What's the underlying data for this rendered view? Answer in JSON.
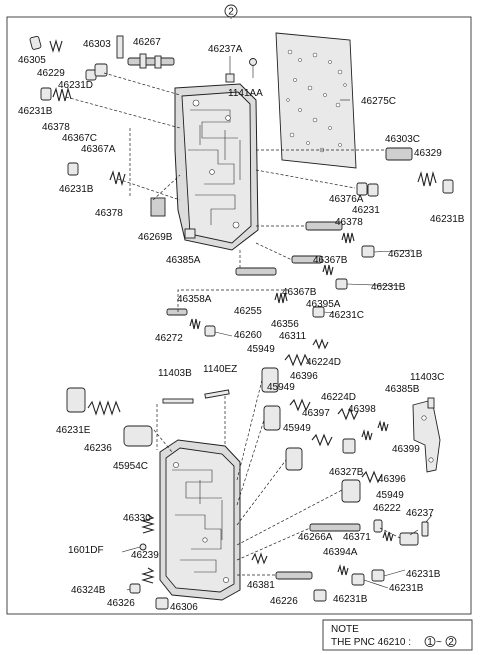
{
  "assembly_ref": "2",
  "labels": [
    {
      "id": "l1",
      "text": "46305"
    },
    {
      "id": "l2",
      "text": "46303"
    },
    {
      "id": "l3",
      "text": "46267"
    },
    {
      "id": "l4",
      "text": "46229"
    },
    {
      "id": "l5",
      "text": "46231D"
    },
    {
      "id": "l6",
      "text": "46237A"
    },
    {
      "id": "l7",
      "text": "1141AA"
    },
    {
      "id": "l8",
      "text": "46275C"
    },
    {
      "id": "l9",
      "text": "46231B"
    },
    {
      "id": "l10",
      "text": "46378"
    },
    {
      "id": "l11",
      "text": "46367C"
    },
    {
      "id": "l12",
      "text": "46367A"
    },
    {
      "id": "l13",
      "text": "46231B"
    },
    {
      "id": "l14",
      "text": "46378"
    },
    {
      "id": "l15",
      "text": "46303C"
    },
    {
      "id": "l16",
      "text": "46329"
    },
    {
      "id": "l17",
      "text": "46376A"
    },
    {
      "id": "l18",
      "text": "46231"
    },
    {
      "id": "l19",
      "text": "46231B"
    },
    {
      "id": "l20",
      "text": "46378"
    },
    {
      "id": "l21",
      "text": "46269B"
    },
    {
      "id": "l22",
      "text": "46385A"
    },
    {
      "id": "l23",
      "text": "46367B"
    },
    {
      "id": "l24",
      "text": "46231B"
    },
    {
      "id": "l25",
      "text": "46367B"
    },
    {
      "id": "l26",
      "text": "46231B"
    },
    {
      "id": "l27",
      "text": "46395A"
    },
    {
      "id": "l28",
      "text": "46358A"
    },
    {
      "id": "l29",
      "text": "46255"
    },
    {
      "id": "l30",
      "text": "46356"
    },
    {
      "id": "l31",
      "text": "46231C"
    },
    {
      "id": "l32",
      "text": "46272"
    },
    {
      "id": "l33",
      "text": "46260"
    },
    {
      "id": "l34",
      "text": "46311"
    },
    {
      "id": "l35",
      "text": "45949"
    },
    {
      "id": "l36",
      "text": "46224D"
    },
    {
      "id": "l37",
      "text": "11403B"
    },
    {
      "id": "l38",
      "text": "1140EZ"
    },
    {
      "id": "l39",
      "text": "46396"
    },
    {
      "id": "l40",
      "text": "11403C"
    },
    {
      "id": "l41",
      "text": "45949"
    },
    {
      "id": "l42",
      "text": "46224D"
    },
    {
      "id": "l43",
      "text": "46385B"
    },
    {
      "id": "l44",
      "text": "46231E"
    },
    {
      "id": "l45",
      "text": "46397"
    },
    {
      "id": "l46",
      "text": "46398"
    },
    {
      "id": "l47",
      "text": "45949"
    },
    {
      "id": "l48",
      "text": "46236"
    },
    {
      "id": "l49",
      "text": "46399"
    },
    {
      "id": "l50",
      "text": "45954C"
    },
    {
      "id": "l51",
      "text": "46327B"
    },
    {
      "id": "l52",
      "text": "46396"
    },
    {
      "id": "l53",
      "text": "45949"
    },
    {
      "id": "l54",
      "text": "46222"
    },
    {
      "id": "l55",
      "text": "46330"
    },
    {
      "id": "l56",
      "text": "46237"
    },
    {
      "id": "l57",
      "text": "46371"
    },
    {
      "id": "l58",
      "text": "1601DF"
    },
    {
      "id": "l59",
      "text": "46266A"
    },
    {
      "id": "l60",
      "text": "46239"
    },
    {
      "id": "l61",
      "text": "46394A"
    },
    {
      "id": "l62",
      "text": "46231B"
    },
    {
      "id": "l63",
      "text": "46324B"
    },
    {
      "id": "l64",
      "text": "46381"
    },
    {
      "id": "l65",
      "text": "46231B"
    },
    {
      "id": "l66",
      "text": "46326"
    },
    {
      "id": "l67",
      "text": "46306"
    },
    {
      "id": "l68",
      "text": "46226"
    },
    {
      "id": "l69",
      "text": "46231B"
    }
  ],
  "note": {
    "title": "NOTE",
    "line_prefix": "THE PNC 46210 :",
    "ref_from": "1",
    "tilde": "~",
    "ref_to": "2"
  }
}
